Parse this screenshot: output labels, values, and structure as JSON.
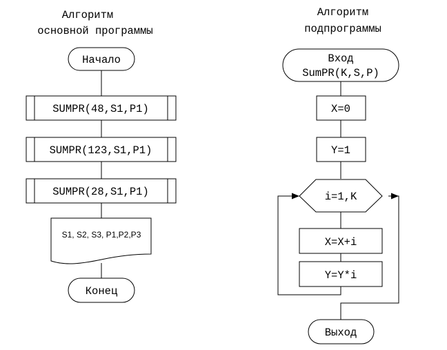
{
  "main_algorithm": {
    "title_line1": "Алгоритм",
    "title_line2": "основной программы",
    "start": "Начало",
    "calls": [
      "SUMPR(48,S1,P1)",
      "SUMPR(123,S1,P1)",
      "SUMPR(28,S1,P1)"
    ],
    "output": "S1, S2, S3, P1,P2,P3",
    "end": "Конец"
  },
  "subroutine": {
    "title_line1": "Алгоритм",
    "title_line2": "подпрограммы",
    "entry_line1": "Вход",
    "entry_line2": "SumPR(K,S,P)",
    "init_x": "X=0",
    "init_y": "Y=1",
    "loop": "i=1,K",
    "body_sum": "X=X+i",
    "body_product": "Y=Y*i",
    "exit": "Выход"
  }
}
